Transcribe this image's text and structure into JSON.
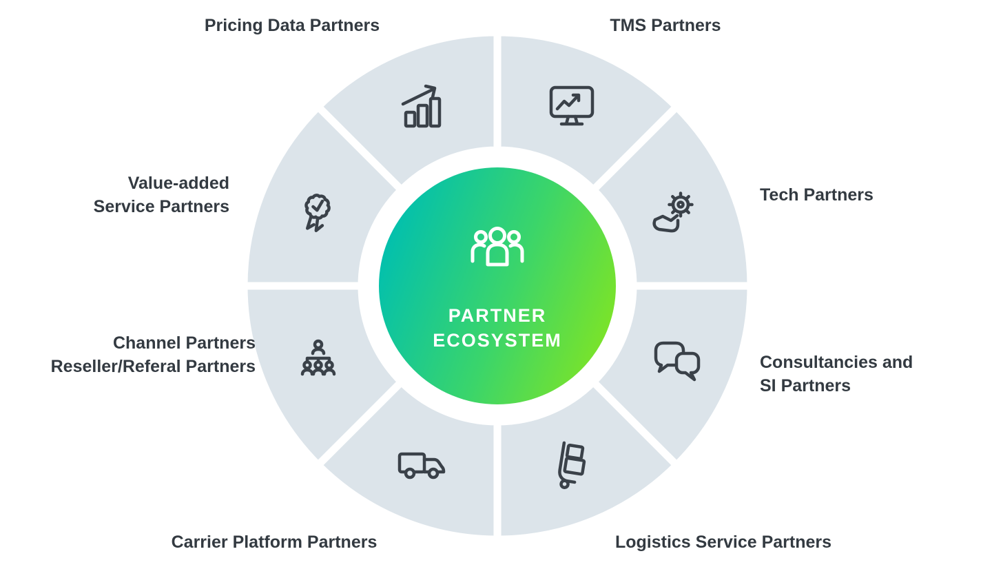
{
  "diagram": {
    "center": {
      "line1": "PARTNER",
      "line2": "ECOSYSTEM",
      "icon": "people-group-icon",
      "gradient_start": "#00BFB0",
      "gradient_end": "#7EE426"
    },
    "segments": [
      {
        "id": "pricing-data",
        "label_lines": [
          "Pricing Data Partners"
        ],
        "icon": "bar-chart-growth-icon"
      },
      {
        "id": "tms",
        "label_lines": [
          "TMS Partners"
        ],
        "icon": "monitor-chart-icon"
      },
      {
        "id": "tech",
        "label_lines": [
          "Tech Partners"
        ],
        "icon": "hand-gear-icon"
      },
      {
        "id": "consultancies-si",
        "label_lines": [
          "Consultancies and",
          "SI Partners"
        ],
        "icon": "chat-bubbles-icon"
      },
      {
        "id": "logistics-service",
        "label_lines": [
          "Logistics Service Partners"
        ],
        "icon": "hand-truck-icon"
      },
      {
        "id": "carrier-platform",
        "label_lines": [
          "Carrier Platform Partners"
        ],
        "icon": "truck-icon"
      },
      {
        "id": "channel",
        "label_lines": [
          "Channel Partners",
          "Reseller/Referal  Partners"
        ],
        "icon": "org-chart-people-icon"
      },
      {
        "id": "value-added",
        "label_lines": [
          "Value-added",
          "Service Partners"
        ],
        "icon": "award-ribbon-icon"
      }
    ],
    "colors": {
      "segment_fill": "#DCE4EA",
      "icon_stroke": "#3A4149",
      "label_color": "#333A41",
      "center_text_color": "#FFFFFF",
      "background": "#FFFFFF"
    }
  }
}
